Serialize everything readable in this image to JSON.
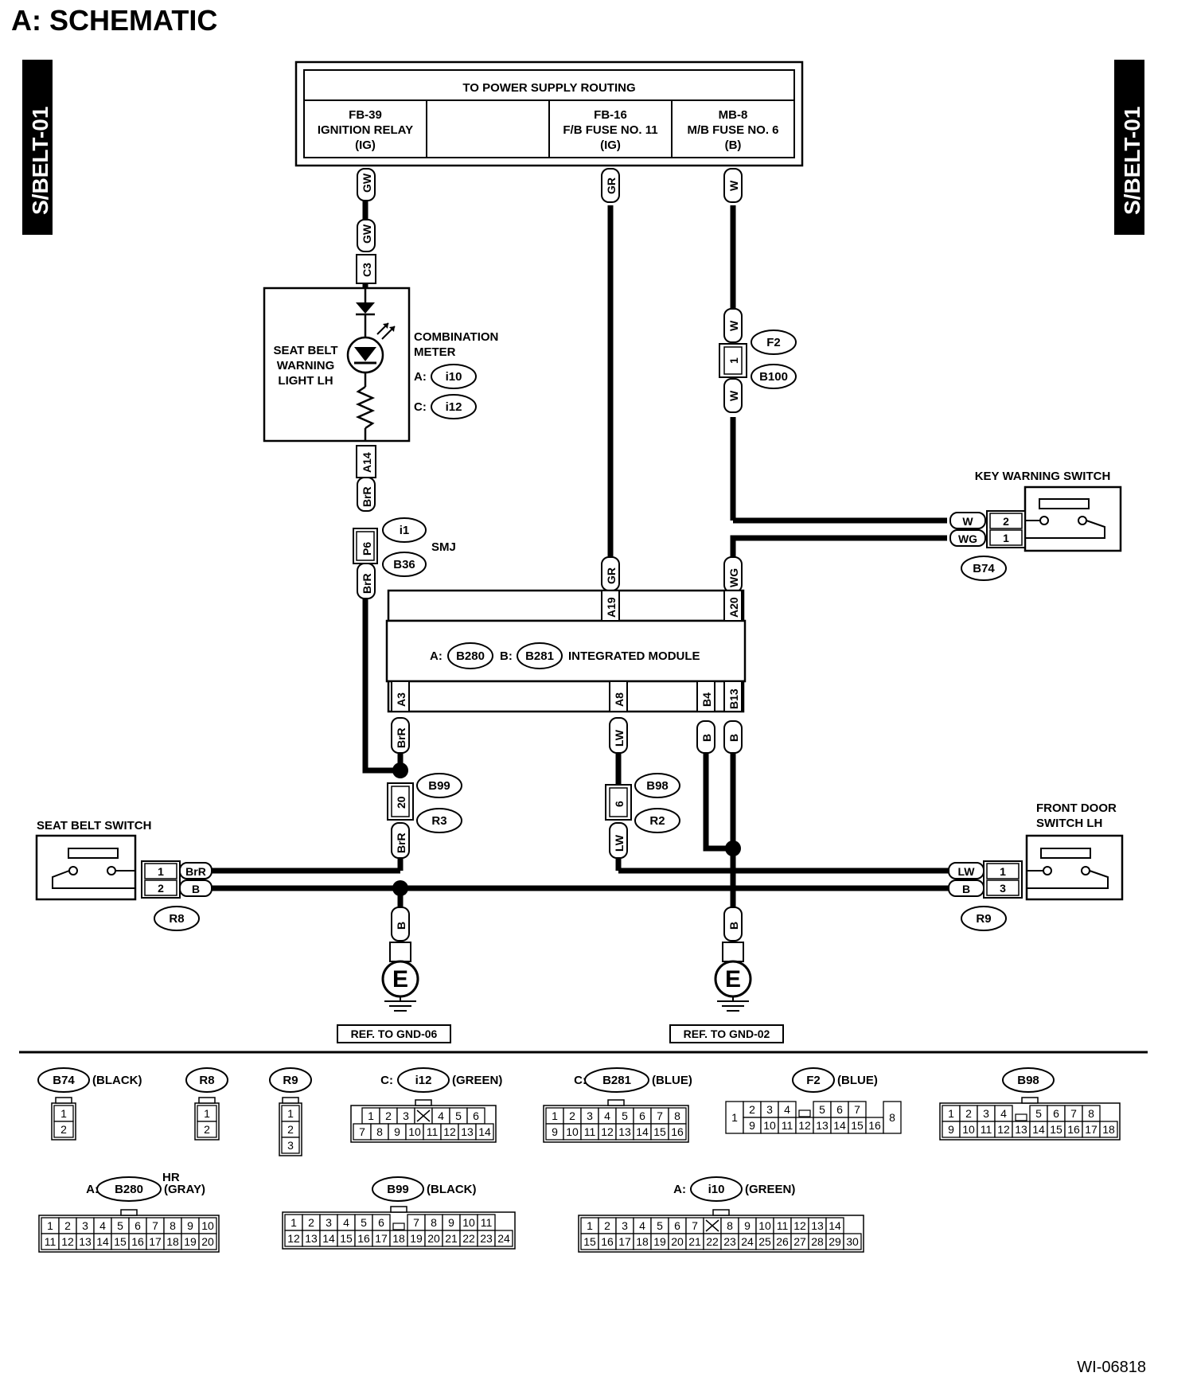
{
  "title": "A:  SCHEMATIC",
  "page_tab": "S/BELT-01",
  "figure_id": "WI-06818",
  "supply": {
    "header": "TO POWER SUPPLY ROUTING",
    "ignition_relay": [
      "FB-39",
      "IGNITION RELAY",
      "(IG)"
    ],
    "fb_fuse": [
      "FB-16",
      "F/B FUSE NO. 11",
      "(IG)"
    ],
    "mb_fuse": [
      "MB-8",
      "M/B FUSE NO. 6",
      "(B)"
    ]
  },
  "meter": {
    "lamp_label": [
      "SEAT BELT",
      "WARNING",
      "LIGHT LH"
    ],
    "label": [
      "COMBINATION",
      "METER"
    ],
    "conn_a_prefix": "A:",
    "conn_a": "i10",
    "conn_c_prefix": "C:",
    "conn_c": "i12"
  },
  "smj": {
    "label": "SMJ",
    "conn_top": "i1",
    "conn_bottom": "B36",
    "pin": "P6"
  },
  "integrated_module": {
    "label": "INTEGRATED MODULE",
    "conn_a_prefix": "A:",
    "conn_a": "B280",
    "conn_b_prefix": "B:",
    "conn_b": "B281",
    "pins_top": [
      "A19",
      "A20"
    ],
    "pins_bottom": [
      "A3",
      "A8",
      "B4",
      "B13"
    ]
  },
  "key_warning_switch": {
    "label": "KEY WARNING SWITCH",
    "connector": "B74",
    "pins": [
      "2",
      "1"
    ],
    "wires": [
      "W",
      "WG"
    ]
  },
  "seat_belt_switch": {
    "label": "SEAT BELT SWITCH",
    "connector": "R8",
    "pins": [
      "1",
      "2"
    ],
    "wires": [
      "BrR",
      "B"
    ]
  },
  "front_door_switch": {
    "label": [
      "FRONT DOOR",
      "SWITCH LH"
    ],
    "connector": "R9",
    "pins": [
      "1",
      "3"
    ],
    "wires": [
      "LW",
      "B"
    ]
  },
  "junction_f2": {
    "connectors": [
      "F2",
      "B100"
    ],
    "pin": "1"
  },
  "junction_b99": {
    "connectors": [
      "B99",
      "R3"
    ],
    "pin": "20"
  },
  "junction_b98": {
    "connectors": [
      "B98",
      "R2"
    ],
    "pin": "6"
  },
  "wire_colors": {
    "gw": "GW",
    "gr": "GR",
    "w": "W",
    "brr": "BrR",
    "wg": "WG",
    "lw": "LW",
    "b": "B",
    "c3": "C3",
    "a14": "A14"
  },
  "grounds": {
    "symbol": "E",
    "left_ref": "REF. TO GND-06",
    "right_ref": "REF. TO GND-02"
  },
  "connector_views": [
    {
      "id": "B74",
      "color": "(BLACK)",
      "prefix": ""
    },
    {
      "id": "R8",
      "color": "",
      "prefix": ""
    },
    {
      "id": "R9",
      "color": "",
      "prefix": ""
    },
    {
      "id": "i12",
      "color": "(GREEN)",
      "prefix": "C:"
    },
    {
      "id": "B281",
      "color": "(BLUE)",
      "prefix": "C:"
    },
    {
      "id": "F2",
      "color": "(BLUE)",
      "prefix": ""
    },
    {
      "id": "B98",
      "color": "",
      "prefix": ""
    },
    {
      "id": "B280",
      "color": "(GRAY)",
      "prefix": "A:",
      "note": "HR"
    },
    {
      "id": "B99",
      "color": "(BLACK)",
      "prefix": ""
    },
    {
      "id": "i10",
      "color": "(GREEN)",
      "prefix": "A:"
    }
  ],
  "pin_grids": {
    "b74": [
      [
        "1"
      ],
      [
        "2"
      ]
    ],
    "r8": [
      [
        "1"
      ],
      [
        "2"
      ]
    ],
    "r9": [
      [
        "1"
      ],
      [
        "2"
      ],
      [
        "3"
      ]
    ],
    "i12": [
      [
        "1",
        "2",
        "3",
        "X",
        "4",
        "5",
        "6"
      ],
      [
        "7",
        "8",
        "9",
        "10",
        "11",
        "12",
        "13",
        "14"
      ]
    ],
    "b281": [
      [
        "1",
        "2",
        "3",
        "4",
        "5",
        "6",
        "7",
        "8"
      ],
      [
        "9",
        "10",
        "11",
        "12",
        "13",
        "14",
        "15",
        "16"
      ]
    ],
    "f2_top": [
      "2",
      "3",
      "4",
      "",
      "5",
      "6",
      "7"
    ],
    "f2_bottom": [
      "9",
      "10",
      "11",
      "12",
      "13",
      "14",
      "15",
      "16"
    ],
    "f2_left": "1",
    "f2_right": "8",
    "b98": [
      [
        "1",
        "2",
        "3",
        "4",
        "",
        "5",
        "6",
        "7",
        "8"
      ],
      [
        "9",
        "10",
        "11",
        "12",
        "13",
        "14",
        "15",
        "16",
        "17",
        "18"
      ]
    ],
    "b280": [
      [
        "1",
        "2",
        "3",
        "4",
        "5",
        "6",
        "7",
        "8",
        "9",
        "10"
      ],
      [
        "11",
        "12",
        "13",
        "14",
        "15",
        "16",
        "17",
        "18",
        "19",
        "20"
      ]
    ],
    "b99": [
      [
        "1",
        "2",
        "3",
        "4",
        "5",
        "6",
        "",
        "7",
        "8",
        "9",
        "10",
        "11"
      ],
      [
        "12",
        "13",
        "14",
        "15",
        "16",
        "17",
        "18",
        "19",
        "20",
        "21",
        "22",
        "23",
        "24"
      ]
    ],
    "i10": [
      [
        "1",
        "2",
        "3",
        "4",
        "5",
        "6",
        "7",
        "X",
        "8",
        "9",
        "10",
        "11",
        "12",
        "13",
        "14"
      ],
      [
        "15",
        "16",
        "17",
        "18",
        "19",
        "20",
        "21",
        "22",
        "23",
        "24",
        "25",
        "26",
        "27",
        "28",
        "29",
        "30"
      ]
    ]
  }
}
